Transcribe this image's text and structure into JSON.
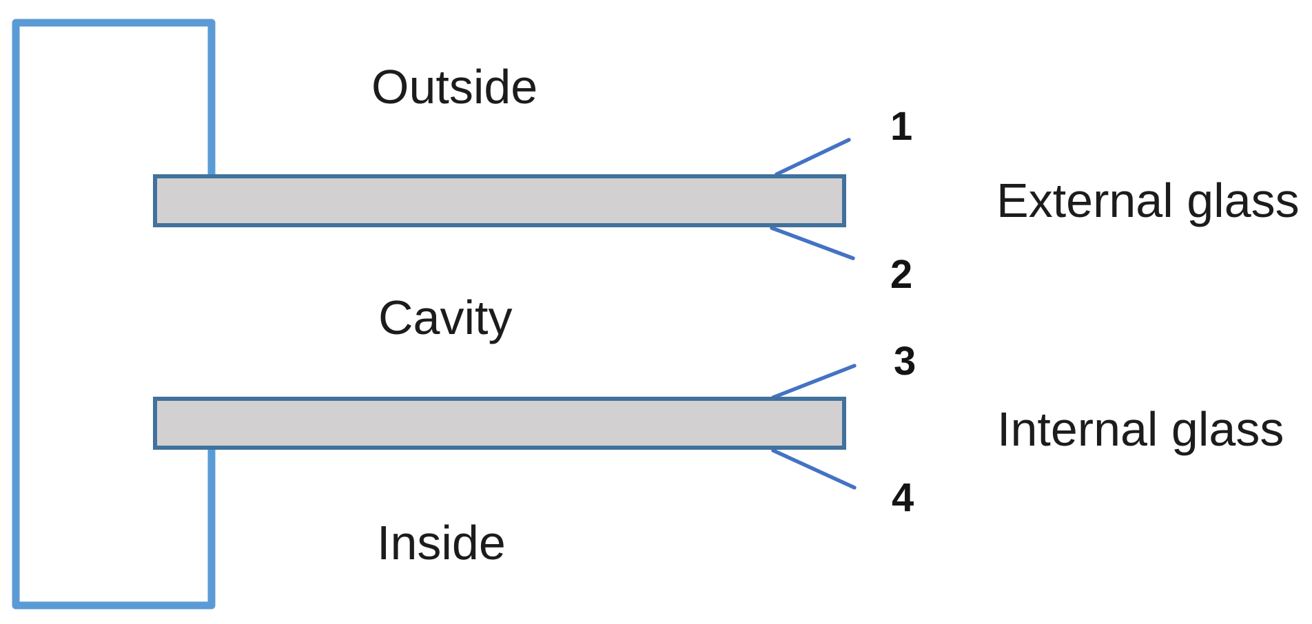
{
  "labels": {
    "outside": "Outside",
    "cavity": "Cavity",
    "inside": "Inside",
    "external_glass": "External glass",
    "internal_glass": "Internal glass"
  },
  "surfaces": [
    {
      "number": "1",
      "pane": "External glass",
      "side": "outer"
    },
    {
      "number": "2",
      "pane": "External glass",
      "side": "inner"
    },
    {
      "number": "3",
      "pane": "Internal glass",
      "side": "outer"
    },
    {
      "number": "4",
      "pane": "Internal glass",
      "side": "inner"
    }
  ],
  "zones_top_to_bottom": [
    "Outside",
    "External glass",
    "Cavity",
    "Internal glass",
    "Inside"
  ],
  "colors": {
    "frame_line": "#5B9BD5",
    "leader_line": "#4472C4",
    "glass_border": "#41719C",
    "glass_fill": "#D2D0D0",
    "text": "#1c1c1c",
    "background": "#ffffff"
  }
}
